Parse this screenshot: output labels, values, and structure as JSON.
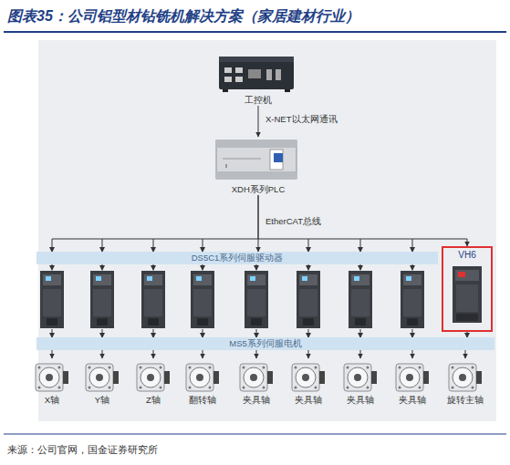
{
  "diagram": {
    "title": "图表35：公司铝型材钻铣机解决方案（家居建材行业）",
    "caption": "来源：公司官网，国金证券研究所",
    "nodes": [
      {
        "text": [
          "工控机"
        ]
      },
      {
        "text": [
          "XDH系列PLC"
        ]
      },
      {
        "text": [
          "DS5C1系列伺服驱动器"
        ]
      },
      {
        "text": [
          "VH6"
        ]
      },
      {
        "text": [
          "MS5系列伺服电机"
        ]
      },
      {
        "text": [
          "X轴"
        ]
      },
      {
        "text": [
          "Y轴"
        ]
      },
      {
        "text": [
          "Z轴"
        ]
      },
      {
        "text": [
          "翻转轴"
        ]
      },
      {
        "text": [
          "夹具轴"
        ]
      },
      {
        "text": [
          "夹具轴"
        ]
      },
      {
        "text": [
          "夹具轴"
        ]
      },
      {
        "text": [
          "夹具轴"
        ]
      },
      {
        "text": [
          "旋转主轴"
        ]
      }
    ],
    "edges": [
      {
        "from": 0,
        "to": 1,
        "arrow": "to",
        "label": "X-NET以太网通讯"
      },
      {
        "from": 1,
        "to": 2,
        "arrow": "to",
        "label": "EtherCAT总线"
      },
      {
        "from": 1,
        "to": 3,
        "arrow": "to"
      },
      {
        "from": 4,
        "to": 5,
        "arrow": "to"
      },
      {
        "from": 4,
        "to": 6,
        "arrow": "to"
      },
      {
        "from": 4,
        "to": 7,
        "arrow": "to"
      },
      {
        "from": 4,
        "to": 8,
        "arrow": "to"
      },
      {
        "from": 4,
        "to": 9,
        "arrow": "to"
      },
      {
        "from": 4,
        "to": 10,
        "arrow": "to"
      },
      {
        "from": 4,
        "to": 11,
        "arrow": "to"
      },
      {
        "from": 4,
        "to": 12,
        "arrow": "to"
      },
      {
        "from": 4,
        "to": 13,
        "arrow": "to"
      }
    ]
  }
}
